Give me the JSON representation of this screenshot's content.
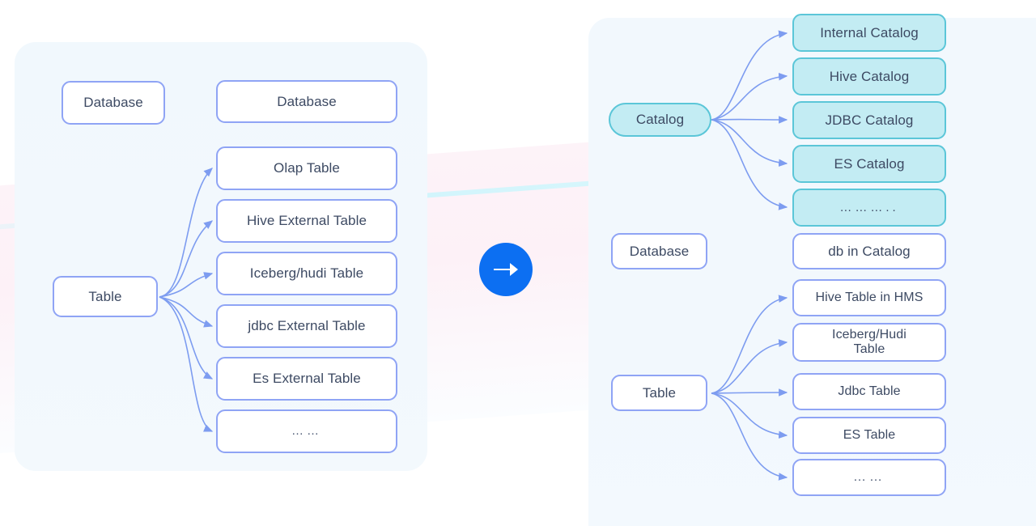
{
  "diagram": {
    "title": "Doris metadata model: legacy vs multi-catalog",
    "transition_icon": "arrow-right-icon",
    "colors": {
      "panel_background": "#f2f8fd",
      "node_border_blue": "#8fa4f5",
      "node_fill_white": "#ffffff",
      "node_border_teal": "#5bc6d8",
      "node_fill_teal": "#c3ecf3",
      "edge_stroke": "#7d9cf0",
      "text": "#3d4a63",
      "transition_circle": "#0c6ff2"
    }
  },
  "left_panel": {
    "name": "legacy-model",
    "database_root": "Database",
    "database_child": "Database",
    "table_root": "Table",
    "table_children": [
      "Olap Table",
      "Hive External Table",
      "Iceberg/hudi Table",
      "jdbc External Table",
      "Es External Table",
      "……"
    ]
  },
  "right_panel": {
    "name": "multi-catalog-model",
    "catalog_root": "Catalog",
    "catalog_children": [
      "Internal Catalog",
      "Hive Catalog",
      "JDBC Catalog",
      "ES Catalog",
      "……….."
    ],
    "database_root": "Database",
    "database_child": "db in Catalog",
    "table_root": "Table",
    "table_children": [
      "Hive Table in HMS",
      "Iceberg/Hudi\nTable",
      "Jdbc Table",
      "ES Table",
      "……"
    ]
  }
}
